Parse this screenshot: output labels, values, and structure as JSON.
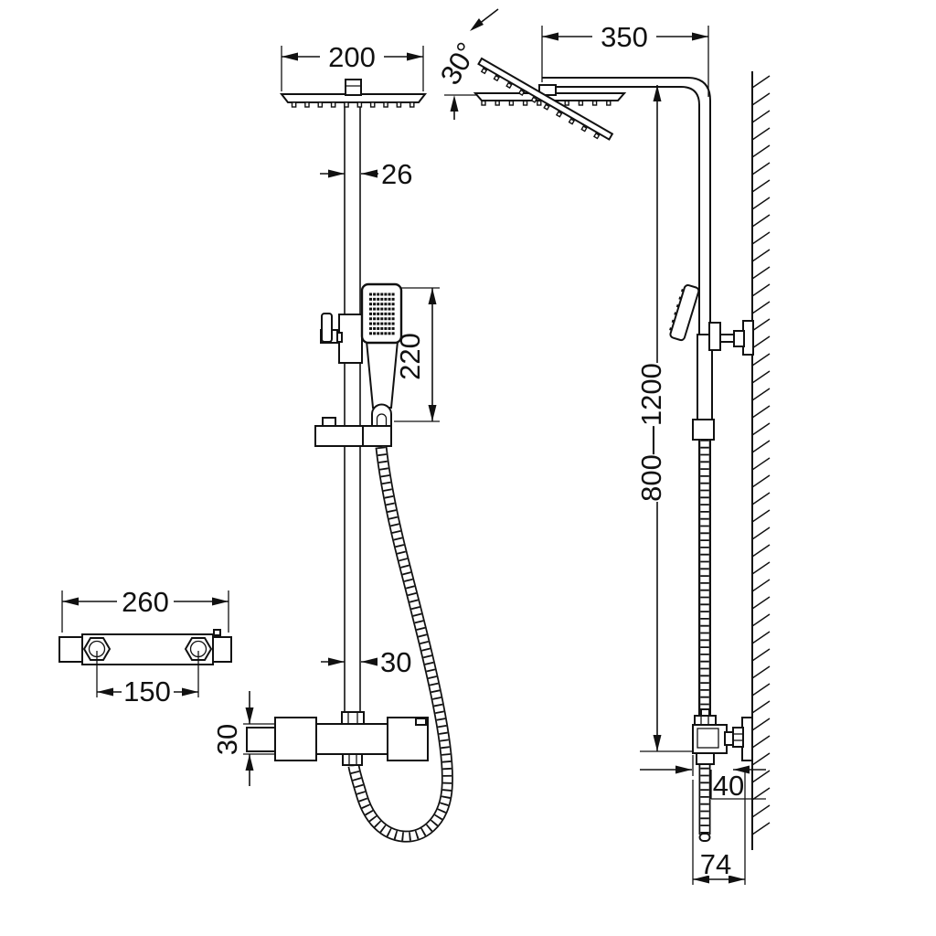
{
  "drawing": {
    "background": "#ffffff",
    "line_color": "#111111",
    "dims": {
      "head_width": "200",
      "head_pipe": "26",
      "tilt_angle": "30°",
      "arm_length": "350",
      "hand_shower_length": "220",
      "riser_range": "800—1200",
      "pipe_width": "30",
      "valve_height": "30",
      "valve_width": "260",
      "inlet_spacing": "150",
      "wall_offset": "40",
      "total_depth": "74"
    }
  }
}
